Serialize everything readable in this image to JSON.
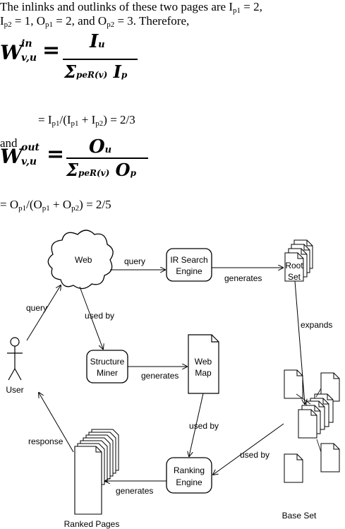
{
  "text": {
    "intro_line1_a": "The inlinks and outlinks of these two pages are I",
    "intro_line1_sub": "p1",
    "intro_line1_b": " = 2,",
    "intro_line2": [
      {
        "t": "I"
      },
      {
        "s": "p2"
      },
      {
        "t": " = 1, O"
      },
      {
        "s": "p1"
      },
      {
        "t": " = 2, and O"
      },
      {
        "s": "p2"
      },
      {
        "t": " = 3. Therefore,"
      }
    ],
    "eq_result1": [
      {
        "t": "= I"
      },
      {
        "s": "p1"
      },
      {
        "t": "/(I"
      },
      {
        "s": "p1"
      },
      {
        "t": " + I"
      },
      {
        "s": "p2"
      },
      {
        "t": ") =  2/3"
      }
    ],
    "and": "and",
    "eq_result2": [
      {
        "t": "= O"
      },
      {
        "s": "p1"
      },
      {
        "t": "/(O"
      },
      {
        "s": "p1"
      },
      {
        "t": " + O"
      },
      {
        "s": "p2"
      },
      {
        "t": ") =  2/5"
      }
    ]
  },
  "formula1": {
    "lhs": "W",
    "sup": "in",
    "sub": "v,u",
    "eq": "=",
    "numerator": "I",
    "numerator_sub": "u",
    "denominator_sigma": "Σ",
    "denominator_sub": "peR(v)",
    "denominator_var": "I",
    "denominator_var_sub": "p"
  },
  "formula2": {
    "lhs": "W",
    "sup": "out",
    "sub": "v,u",
    "eq": "=",
    "numerator": "O",
    "numerator_sub": "u",
    "denominator_sigma": "Σ",
    "denominator_sub": "peR(v)",
    "denominator_var": "O",
    "denominator_var_sub": "p"
  },
  "diagram": {
    "nodes": {
      "web": "Web",
      "ir_search_engine": [
        "IR Search",
        "Engine"
      ],
      "root_set": [
        "Root",
        "Set"
      ],
      "structure_miner": [
        "Structure",
        "Miner"
      ],
      "web_map": [
        "Web",
        "Map"
      ],
      "ranking_engine": [
        "Ranking",
        "Engine"
      ],
      "user": "User",
      "ranked_pages": "Ranked Pages",
      "base_set": "Base Set"
    },
    "edges": {
      "query_web_ir": "query",
      "query_user_web": "query",
      "generates_ir_root": "generates",
      "used_by_web_miner": "used by",
      "generates_miner_map": "generates",
      "expands": "expands",
      "used_by_map_ranking": "used by",
      "used_by_base_ranking": "used by",
      "generates_ranking_pages": "generates",
      "response": "response"
    }
  }
}
